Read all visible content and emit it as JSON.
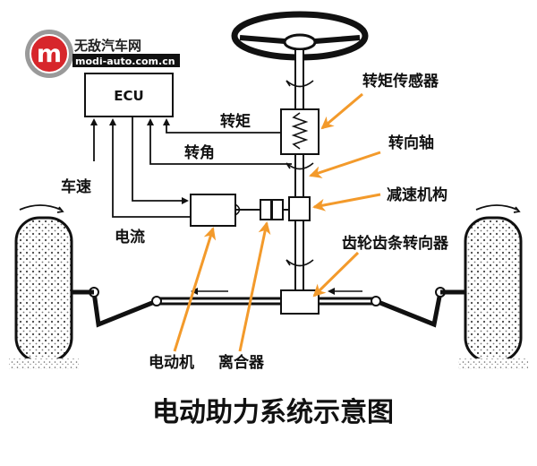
{
  "logo": {
    "letter": "m",
    "site_name_cn": "无敌汽车网",
    "site_url": "modi-auto.com.cn"
  },
  "diagram": {
    "title": "电动助力系统示意图",
    "ecu_label": "ECU",
    "labels": {
      "torque": "转矩",
      "angle": "转角",
      "vehicle_speed": "车速",
      "current": "电流",
      "torque_sensor": "转矩传感器",
      "steering_shaft": "转向轴",
      "reducer": "减速机构",
      "rack_pinion": "齿轮齿条转向器",
      "motor": "电动机",
      "clutch": "离合器"
    }
  },
  "colors": {
    "annotation_arrow": "#F39A2B",
    "line": "#111111",
    "logo_red": "#D7262B"
  }
}
